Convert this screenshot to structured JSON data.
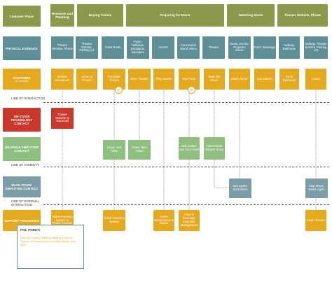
{
  "rows": {
    "customer_phase": "Customer Phase",
    "physical_evidence": "PHYSICAL EVIDENCE",
    "customer": "CUSTOMER",
    "customer_sub": "4-7 Minutes",
    "onstage_tech": "ON-STAGE TECHNOLOGY CONTACT",
    "onstage_employee": "ON-STAGE EMPLOYEE CONTACT",
    "backstage": "BACK-STAGE EMPLOYEE CONTACT",
    "support": "SUPPORT PROCESSES"
  },
  "lines": {
    "interaction": "LINE OF INTERACTION",
    "visibility": "LINE OF VISIBILITY",
    "internal": "LINE OF INTERNAL INTERACTION"
  },
  "phases": [
    "Research and Planning",
    "Buying Tickets",
    "Preparing for Movie",
    "Watching Movie",
    "Theater Website, Phone"
  ],
  "evidence": [
    "Theater Website, Phone",
    "Theater Exterior, Parking Lot",
    "Ticket Booth",
    "Foyer, Hallways, Escalators, Elevators",
    "Access",
    "Concession Stand, Menu",
    "Theater",
    "Seats, Screen, Projector, Movie",
    "Food, Beverage",
    "Hallway, Bathroom",
    "Hallway, Theater Exterior, Parking Lot"
  ],
  "customer_actions": [
    "Browse Showtimes",
    "Arrive at Theater",
    "Purchase Tickets",
    "Enter Theater",
    "Play Games",
    "Buy Food",
    "Walk into Movie",
    "Watch Movie",
    "Eat Snacks",
    "Go to Bathroom",
    "Leave"
  ],
  "badges": [
    "FP",
    "FP"
  ],
  "onstage_tech": [
    "Theater Website or Voicemail"
  ],
  "onstage_employee": [
    "Greet, Sell Ticket",
    "Greet, Take Ticket",
    "Sell, Gather and Give Food",
    "Open Movie Theater Doors"
  ],
  "backstage": [
    "Dim Lights, Start Movie",
    "Stop Movie, Raise Lights"
  ],
  "support": [
    "Sales Inventory System or Phone Provider",
    "Ticket Inventory System",
    "Game Maintenance & Repair",
    "Food & Beverage Inventory Management",
    "Clean Theater"
  ],
  "fail_points": {
    "title": "FAIL POINTS",
    "text": "Difficulty Finding Parking; Waiting in line for Tickets, at Concessions or before theater door open"
  },
  "colors": {
    "phase": "#8a9a4a",
    "evidence": "#5e8f97",
    "customer": "#e4a91f",
    "tech": "#c9392b",
    "employee": "#8fbf7f",
    "backstage": "#7b9ea6"
  }
}
